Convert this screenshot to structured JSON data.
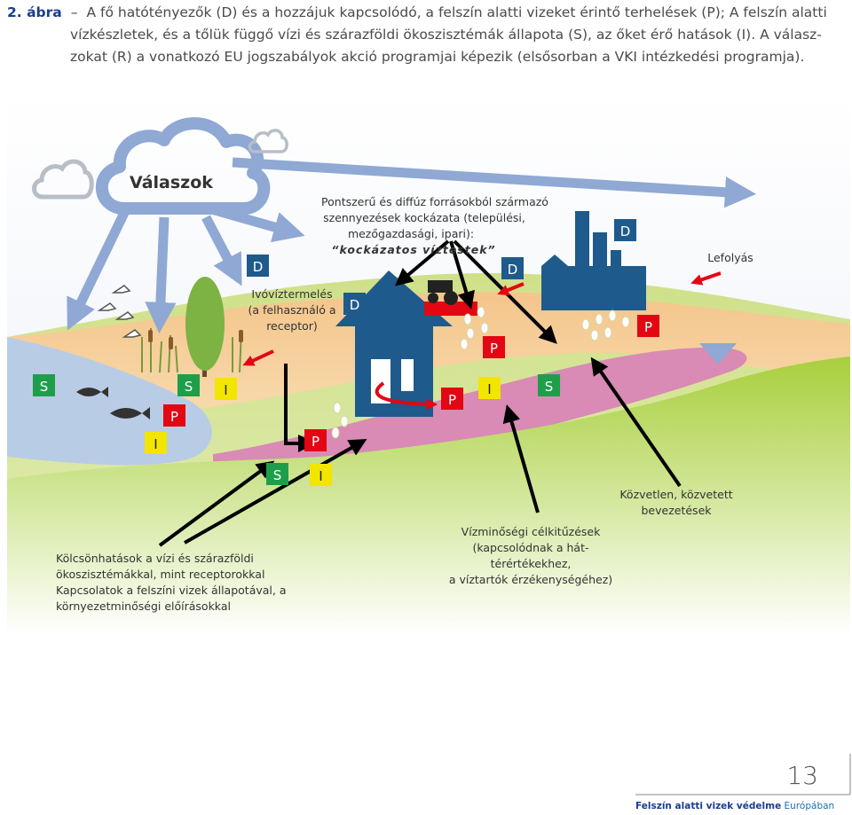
{
  "caption": {
    "number": "2. ábra",
    "dash": "–",
    "line1": "A fő hatótényezők (D) és a hozzájuk kapcsolódó, a felszín alatti vizeket érintő terhelések (P); A felszín alatti",
    "line2": "vízkészletek, és a tőlük függő vízi és szárazföldi ökoszisztémák állapota (S), az őket érő hatások (I). A válasz-",
    "line3": "zokat (R) a vonatkozó EU jogszabályok akció programjai képezik (elsősorban a VKI intézkedési programja)."
  },
  "diagram": {
    "responses_label": "Válaszok",
    "pollution_text": [
      "Pontszerű és diffúz forrásokból származó",
      "szennyezések kockázata (települési,",
      "mezőgazdasági, ipari):"
    ],
    "risky_bodies": "“kockázatos víztestek”",
    "drinking_water": [
      "Ivóvíztermelés",
      "(a felhasználó a",
      "receptor)"
    ],
    "runoff": "Lefolyás",
    "direct_indirect": [
      "Közvetlen, közvetett",
      "bevezetések"
    ],
    "interactions": [
      "Kölcsönhatások a vízi és szárazföldi",
      "ökoszisztémákkal, mint receptorokkal",
      "Kapcsolatok a felszíni vizek állapotával, a",
      "környezetminőségi előírásokkal"
    ],
    "quality_targets": [
      "Vízminőségi célkitűzések",
      "(kapcsolódnak a hát-",
      "térértékekhez,",
      "a víztartók érzékenységéhez)"
    ],
    "badges": {
      "D": "D",
      "P": "P",
      "S": "S",
      "I": "I"
    },
    "colors": {
      "driver": "#1e5a8c",
      "pressure": "#e30613",
      "state": "#1f9e4a",
      "impact": "#f2e500",
      "arrow_blue": "#8fa8d4",
      "aquifer": "#d98ab5",
      "grass": "#9cc83a",
      "sky_grey": "#b8bec6"
    }
  },
  "page": {
    "number": "13",
    "footer_bold": "Felszín alatti vizek védelme",
    "footer_rest": " Európában"
  }
}
